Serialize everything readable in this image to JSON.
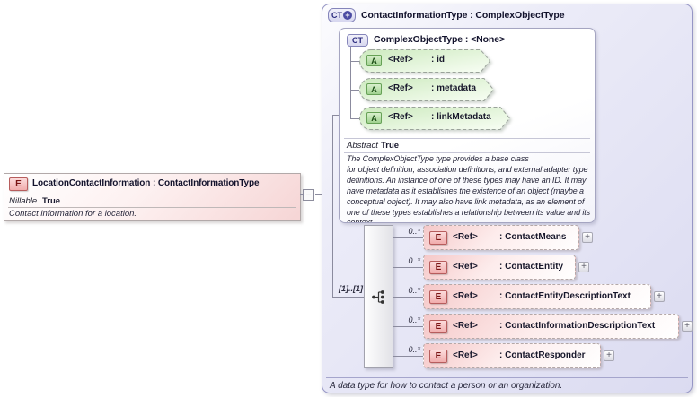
{
  "left_element": {
    "badge": "E",
    "title": "LocationContactInformation : ContactInformationType",
    "property_label": "Nillable",
    "property_value": "True",
    "annotation": "Contact information for a location."
  },
  "connector": {
    "collapse_glyph": "−"
  },
  "main_type": {
    "badge": "CT",
    "badge_plus": "+",
    "title": "ContactInformationType : ComplexObjectType",
    "annotation": "A data type for how to contact a person or an organization.",
    "base_type": {
      "badge": "CT",
      "title": "ComplexObjectType : <None>",
      "attributes": [
        {
          "badge": "A",
          "ref": "<Ref>",
          "name": ": id"
        },
        {
          "badge": "A",
          "ref": "<Ref>",
          "name": ": metadata"
        },
        {
          "badge": "A",
          "ref": "<Ref>",
          "name": ": linkMetadata"
        }
      ],
      "property_label": "Abstract",
      "property_value": "True",
      "description": "The ComplexObjectType type provides a base class\nfor object definition, association definitions, and external adapter type definitions. An instance of one of these types may have an ID. It may have metadata as it establishes the existence of an object (maybe a conceptual object). It may also have link metadata, as an element of one of these types establishes a relationship between its value and its context."
    },
    "sequence": {
      "cardinality": "[1]..[1]",
      "expand_glyph": "+",
      "elements": [
        {
          "badge": "E",
          "occurs": "0..*",
          "ref": "<Ref>",
          "name": ": ContactMeans"
        },
        {
          "badge": "E",
          "occurs": "0..*",
          "ref": "<Ref>",
          "name": ": ContactEntity"
        },
        {
          "badge": "E",
          "occurs": "0..*",
          "ref": "<Ref>",
          "name": ": ContactEntityDescriptionText"
        },
        {
          "badge": "E",
          "occurs": "0..*",
          "ref": "<Ref>",
          "name": ": ContactInformationDescriptionText"
        },
        {
          "badge": "E",
          "occurs": "0..*",
          "ref": "<Ref>",
          "name": ": ContactResponder"
        }
      ]
    }
  },
  "colors": {
    "element_accent": "#b75d5d",
    "attribute_accent": "#66a156",
    "complextype_accent": "#8585ba",
    "line": "#8b8b9e"
  }
}
